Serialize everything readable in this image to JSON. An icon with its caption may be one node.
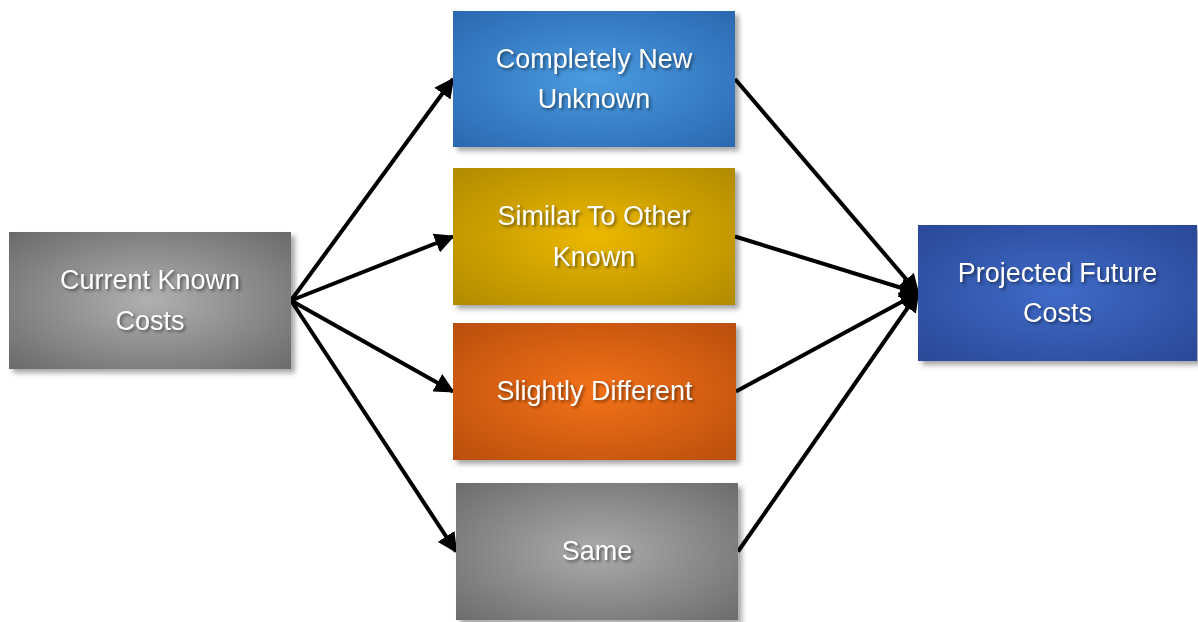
{
  "diagram": {
    "nodes": [
      {
        "text": [
          "Current Known Costs"
        ]
      },
      {
        "text": [
          "Completely New Unknown"
        ]
      },
      {
        "text": [
          "Similar To Other Known"
        ]
      },
      {
        "text": [
          "Slightly Different"
        ]
      },
      {
        "text": [
          "Same"
        ]
      },
      {
        "text": [
          "Projected Future Costs"
        ]
      }
    ],
    "edges": [
      {
        "from": 0,
        "to": 1,
        "arrow": "to"
      },
      {
        "from": 0,
        "to": 2,
        "arrow": "to"
      },
      {
        "from": 0,
        "to": 3,
        "arrow": "to"
      },
      {
        "from": 0,
        "to": 4,
        "arrow": "to"
      },
      {
        "from": 1,
        "to": 5,
        "arrow": "to"
      },
      {
        "from": 2,
        "to": 5,
        "arrow": "to"
      },
      {
        "from": 3,
        "to": 5,
        "arrow": "to"
      },
      {
        "from": 4,
        "to": 5,
        "arrow": "to"
      }
    ]
  }
}
